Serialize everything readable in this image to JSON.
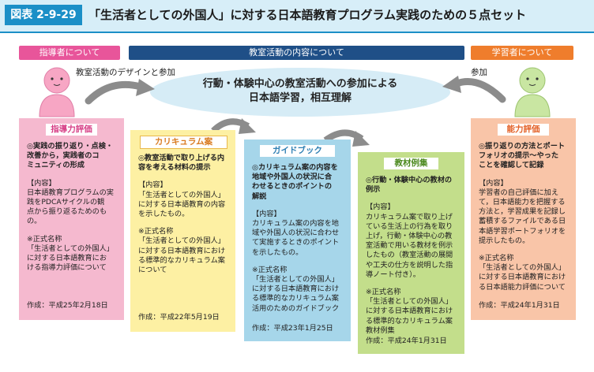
{
  "title_bar": {
    "figure_number": "図表 2-9-29",
    "title": "「生活者としての外国人」に対する日本語教育プログラム実践のための５点セット"
  },
  "headers": {
    "left": "指導者について",
    "center": "教室活動の内容について",
    "right": "学習者について"
  },
  "center_text": {
    "line1": "行動・体験中心の教室活動への参加による",
    "line2": "日本語学習，相互理解"
  },
  "side_labels": {
    "left": "教室活動のデザインと参加",
    "right": "参加"
  },
  "cards": [
    {
      "title": "指導力評価",
      "lead": "◎実践の振り返り・点検・\n改善から，実践者のコ\nミュニティの形成",
      "content_label": "【内容】",
      "content": "日本語教育プログラムの実\n践をPDCAサイクルの観\n点から振り返るためのも\nの。",
      "official_label": "※正式名称",
      "official": "「生活者としての外国人」\nに対する日本語教育にお\nける指導力評価について",
      "date": "作成：平成25年2月18日"
    },
    {
      "title": "カリキュラム案",
      "lead": "◎教室活動で取り上げる内\n容を考える材料の提示",
      "content_label": "【内容】",
      "content": "「生活者としての外国人」\nに対する日本語教育の内容\nを示したもの。",
      "official_label": "※正式名称",
      "official": "「生活者としての外国人」\nに対する日本語教育におけ\nる標準的なカリキュラム案\nについて",
      "date": "作成：平成22年5月19日"
    },
    {
      "title": "ガイドブック",
      "lead": "◎カリキュラム案の内容を\n地域や外国人の状況に合\nわせるときのポイントの\n解説",
      "content_label": "【内容】",
      "content": "カリキュラム案の内容を地\n域や外国人の状況に合わせ\nて実施するときのポイント\nを示したもの。",
      "official_label": "※正式名称",
      "official": "「生活者としての外国人」\nに対する日本語教育におけ\nる標準的なカリキュラム案\n活用のためのガイドブック",
      "date": "作成：平成23年1月25日"
    },
    {
      "title": "教材例集",
      "lead": "◎行動・体験中心の教材の\n例示",
      "content_label": "【内容】",
      "content": "カリキュラム案で取り上げ\nている生活上の行為を取り\n上げ，行動・体験中心の教\n室活動で用いる教材を例示\nしたもの（教室活動の展開\nや工夫の仕方を説明した指\n導ノート付き）。",
      "official_label": "※正式名称",
      "official": "「生活者としての外国人」\nに対する日本語教育におけ\nる標準的なカリキュラム案\n教材例集",
      "date": "作成：平成24年1月31日"
    },
    {
      "title": "能力評価",
      "lead": "◎振り返りの方法とポート\nフォリオの提示〜やった\nことを確認して記録",
      "content_label": "【内容】",
      "content": "学習者の自己評価に加え\nて，日本語能力を把握する\n方法と，学習成果を記録し\n蓄積するファイルである日\n本語学習ポートフォリオを\n提示したもの。",
      "official_label": "※正式名称",
      "official": "「生活者としての外国人」\nに対する日本語教育におけ\nる日本語能力評価について",
      "date": "作成：平成24年1月31日"
    }
  ],
  "colors": {
    "title_accent": "#1b8fc7",
    "instructor": "#e8559a",
    "activity": "#1f4f87",
    "learner": "#ef7d2c",
    "person_left": "#f7a6c4",
    "person_right": "#c9e6a2",
    "arrow": "#8c8c8c"
  },
  "icons": [
    "instructor-person-icon",
    "learner-person-icon",
    "curved-arrow-icon"
  ]
}
